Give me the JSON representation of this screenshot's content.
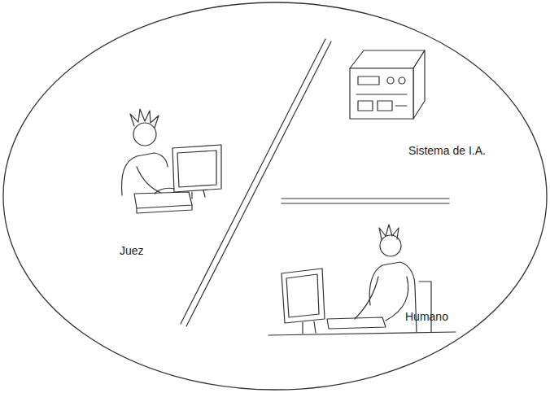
{
  "diagram": {
    "labels": [
      "Juez",
      "Sistema de I.A.",
      "Humano"
    ]
  }
}
